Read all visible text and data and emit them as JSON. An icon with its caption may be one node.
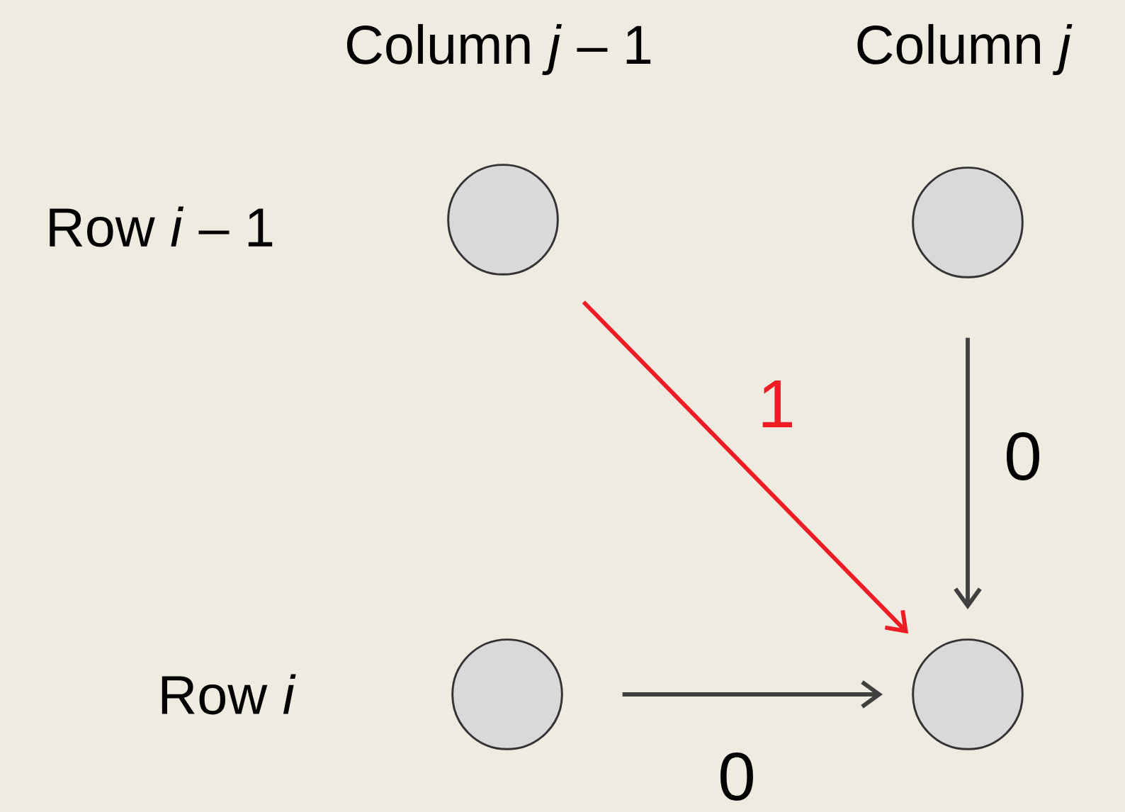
{
  "diagram": {
    "nodes": [
      {
        "text": [],
        "shape": "circle"
      },
      {
        "text": [],
        "shape": "circle"
      },
      {
        "text": [],
        "shape": "circle"
      },
      {
        "text": [],
        "shape": "circle"
      }
    ],
    "edges": [
      {
        "from": 0,
        "to": 3,
        "arrow": "to",
        "label": "1",
        "color": "#ee1c25"
      },
      {
        "from": 1,
        "to": 3,
        "arrow": "to",
        "label": "0"
      },
      {
        "from": 2,
        "to": 3,
        "arrow": "to",
        "label": "0"
      }
    ],
    "labels": [
      "Column *j* – 1",
      "Column *j*",
      "Row *i* – 1",
      "Row *i*"
    ]
  }
}
